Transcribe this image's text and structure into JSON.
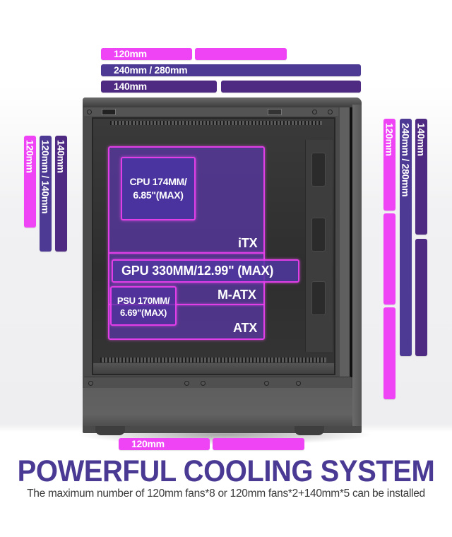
{
  "top_fans": {
    "row1": {
      "label": "120mm",
      "color": "#ef44f5",
      "segments": 2
    },
    "row2": {
      "label": "240mm / 280mm",
      "color": "#4d3a95",
      "segments": 1
    },
    "row3": {
      "label": "140mm",
      "color": "#4e2a82",
      "segments": 2
    }
  },
  "left_fans": {
    "col1": {
      "label": "120mm",
      "color": "#ef44f5"
    },
    "col2": {
      "label": "120mm / 140mm",
      "color": "#4d3a95"
    },
    "col3": {
      "label": "140mm",
      "color": "#4e2a82"
    }
  },
  "right_fans": {
    "col1": {
      "label": "120mm",
      "color": "#ef44f5",
      "segments": 3
    },
    "col2": {
      "label": "240mm / 280mm",
      "color": "#4d3a95",
      "segments": 1
    },
    "col3": {
      "label": "140mm",
      "color": "#4e2a82",
      "segments": 2
    }
  },
  "bottom_fans": {
    "label": "120mm",
    "color": "#ef44f5",
    "segments": 2
  },
  "clearances": {
    "cpu_line1": "CPU 174MM/",
    "cpu_line2": "6.85\"(MAX)",
    "gpu": "GPU 330MM/12.99\" (MAX)",
    "psu_line1": "PSU 170MM/",
    "psu_line2": "6.69\"(MAX)"
  },
  "motherboards": {
    "itx": "iTX",
    "matx": "M-ATX",
    "atx": "ATX"
  },
  "overlay_color": "#e23ee8",
  "headline": "POWERFUL COOLING SYSTEM",
  "headline_color": "#4a3a94",
  "subline": "The maximum number of 120mm fans*8 or 120mm fans*2+140mm*5 can be installed"
}
